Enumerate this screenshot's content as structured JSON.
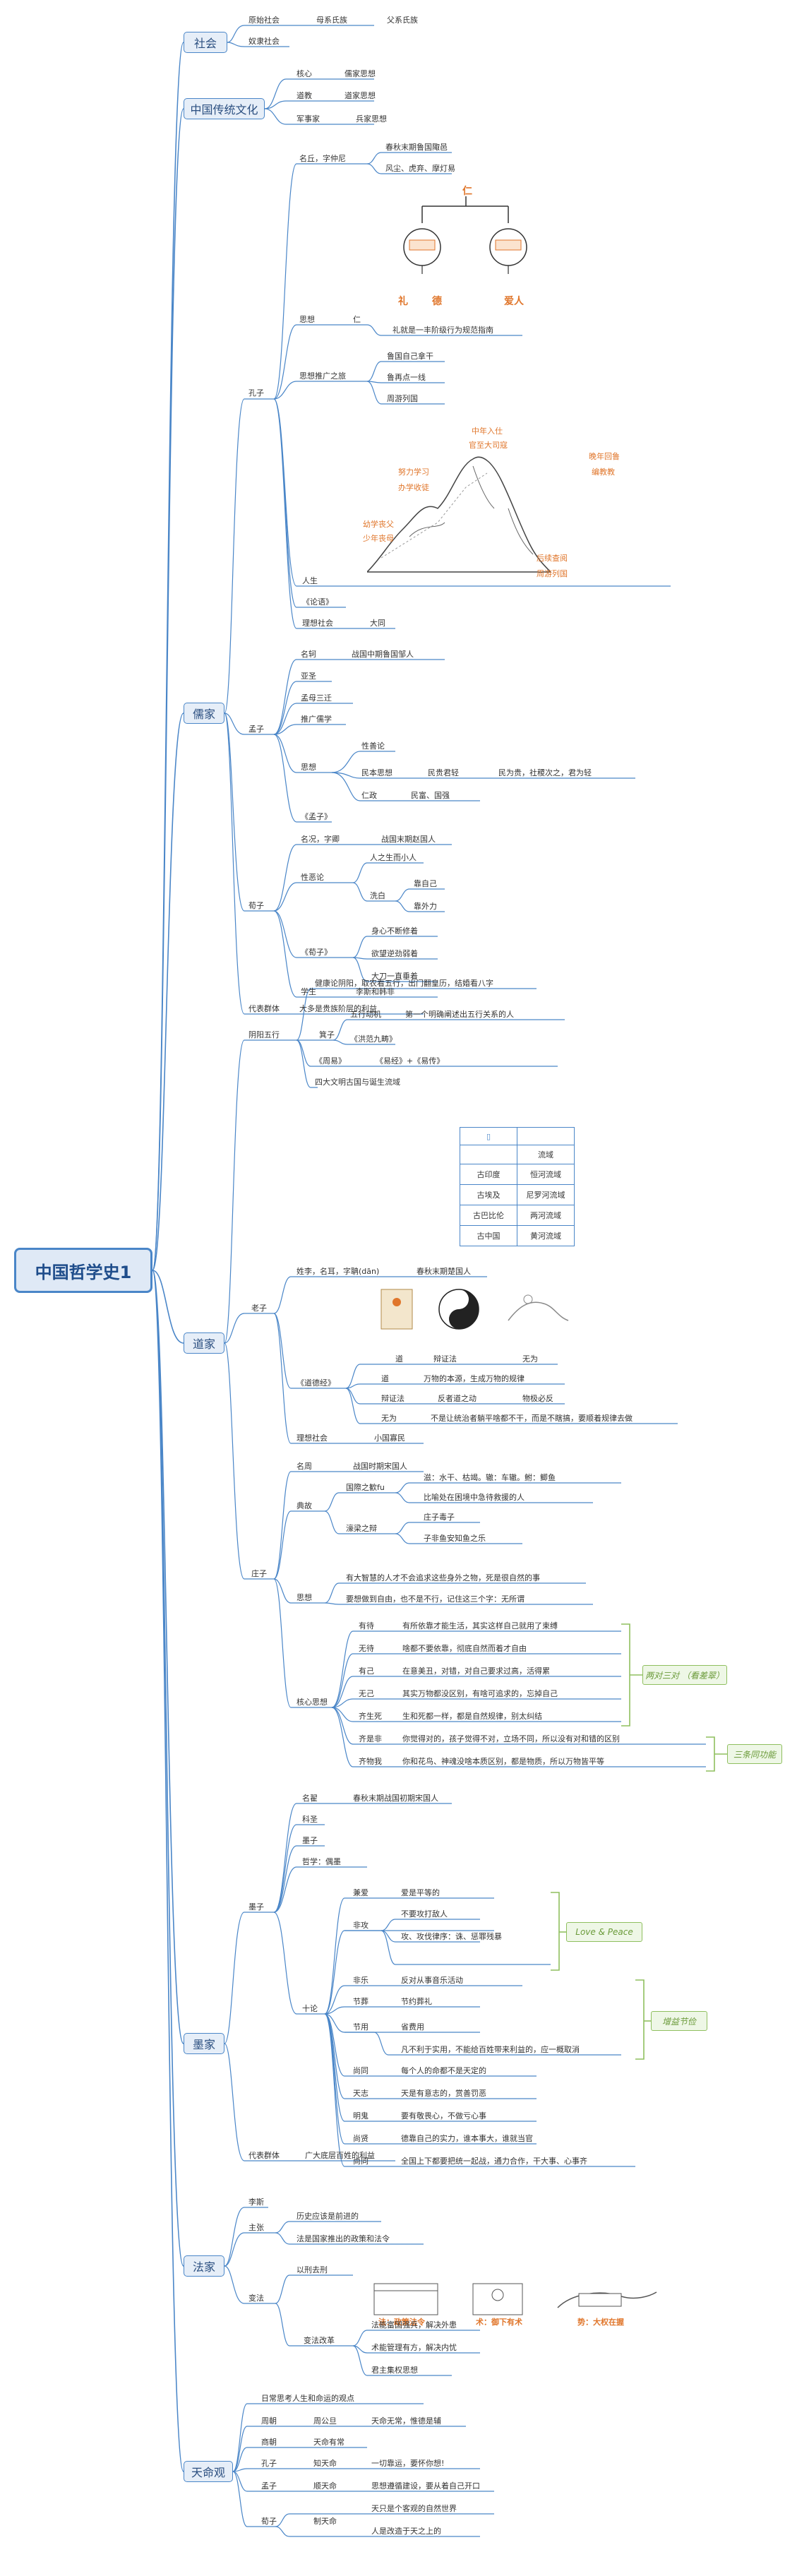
{
  "root": {
    "title": "中国哲学史1"
  },
  "branches": {
    "society": "社会",
    "traditional": "中国传统文化",
    "confucian": "儒家",
    "daoist": "道家",
    "mohist": "墨家",
    "legalist": "法家",
    "heaven": "天命观"
  },
  "society": {
    "primitive": "原始社会",
    "matriarchal": "母系氏族",
    "patriarchal": "父系氏族",
    "slave": "奴隶社会"
  },
  "traditional": {
    "core": "核心",
    "core_v": "儒家思想",
    "religion": "道教",
    "religion_v": "道家思想",
    "military": "军事家",
    "military_v": "兵家思想"
  },
  "confucius": {
    "label": "孔子",
    "name": "名丘，字仲尼",
    "name_a": "春秋末期鲁国陬邑",
    "name_b": "风尘、虎弃、摩灯易",
    "thought": "思想",
    "ren": "仁",
    "ren_top": "仁",
    "li": "礼",
    "de": "德",
    "airen": "爱人",
    "li_desc": "礼就是一丰阶级行为规范指南",
    "travel": "思想推广之旅",
    "travel_a": "鲁国自己拿干",
    "travel_b": "鲁再点一线",
    "travel_c": "周游列国",
    "life": "人生",
    "life_1": "中年入仕",
    "life_2": "官至大司寇",
    "life_3": "努力学习",
    "life_4": "办学收徒",
    "life_5": "晚年回鲁",
    "life_6": "编教教",
    "life_7": "幼学丧父",
    "life_8": "少年丧母",
    "life_9": "后续查阅",
    "life_10": "周游列国",
    "lunyu": "《论语》",
    "ideal": "理想社会",
    "ideal_v": "大同"
  },
  "mencius": {
    "label": "孟子",
    "name": "名轲",
    "name_v": "战国中期鲁国邹人",
    "title": "亚圣",
    "mother": "孟母三迁",
    "promote": "推广儒学",
    "thought": "思想",
    "good": "性善论",
    "minben": "民本思想",
    "minben_v": "民贵君轻",
    "minben_v2": "民为贵，社稷次之，君为轻",
    "renzheng": "仁政",
    "renzheng_v": "民富、国强",
    "book": "《孟子》"
  },
  "xunzi": {
    "label": "荀子",
    "name": "名况，字卿",
    "name_v": "战国末期赵国人",
    "evil": "性恶论",
    "evil_a": "人之生而小人",
    "xuebai": "洗白",
    "xuebai_a": "靠自己",
    "xuebai_b": "靠外力",
    "book": "《荀子》",
    "book_a": "身心不断修着",
    "book_b": "欲望逆劲弱着",
    "book_c": "大刀一直垂着",
    "students": "学生",
    "students_v": "李斯和韩非"
  },
  "confucian_rep": {
    "label": "代表群体",
    "value": "大多是贵族阶层的利益"
  },
  "yinyang": {
    "label": "阴阳五行",
    "zhouyi_top": "健康论阴阳，取农看五行，出门翻皇历，结婚看八字",
    "ji": "箕子",
    "ji_a": "五行动机",
    "ji_b": "第一个明确阐述出五行关系的人",
    "hongfan": "《洪范九畴》",
    "zhouyi": "《周易》",
    "yijing": "《易经》+《易传》",
    "rivers": "四大文明古国与诞生流域",
    "tbl_head": "流域",
    "tbl": [
      [
        "古印度",
        "恒河流域"
      ],
      [
        "古埃及",
        "尼罗河流域"
      ],
      [
        "古巴比伦",
        "两河流域"
      ],
      [
        "古中国",
        "黄河流域"
      ]
    ]
  },
  "laozi": {
    "label": "老子",
    "name": "姓李，名耳，字聃(dān)",
    "name_v": "春秋末期楚国人",
    "dao": "《道德经》",
    "col_dao": "道",
    "col_bian": "辩证法",
    "col_wuwei": "无为",
    "dao_a": "道",
    "dao_a_v": "万物的本源，生成万物的规律",
    "bian_a": "辩证法",
    "bian_a_v": "反者道之动",
    "bian_a_v2": "物极必反",
    "wuwei_a": "无为",
    "wuwei_a_v": "不是让统治者躺平啥都不干，而是不瞎搞，要顺着规律去做",
    "ideal": "理想社会",
    "ideal_v": "小国寡民"
  },
  "zhuangzi": {
    "label": "庄子",
    "name": "名周",
    "name_v": "战国时期宋国人",
    "story": "典故",
    "story_a": "国際之歓fu",
    "story_a_v": "滋：水干、枯竭。辙：车辙。鲋：鲫鱼",
    "story_a_v2": "比喻处在困境中急待救援的人",
    "story_b": "濠梁之辩",
    "story_b_v": "庄子毒子",
    "story_b_v2": "子非鱼安知鱼之乐",
    "thought": "思想",
    "thought_a": "有大智慧的人才不会追求这些身外之物，死是很自然的事",
    "thought_b": "要想做到自由，也不是不行，记住这三个字：无所谓",
    "core": "核心思想",
    "core_items": [
      [
        "有待",
        "有所依靠才能生活，其实这样自己就用了束缚"
      ],
      [
        "无待",
        "啥都不要依靠，彻底自然而着才自由"
      ],
      [
        "有己",
        "在意美丑，对错，对自己要求过高，活得累"
      ],
      [
        "无己",
        "其实万物都没区别，有啥可追求的，忘掉自己"
      ],
      [
        "齐生死",
        "生和死都一样，都是自然规律，别太纠结"
      ],
      [
        "齐是非",
        "你觉得对的，孩子觉得不对，立场不同，所以没有对和错的区别"
      ],
      [
        "齐物我",
        "你和花鸟、神魂没啥本质区别，都是物质，所以万物皆平等"
      ]
    ],
    "tag_a": "两对三对  （看差翠）",
    "tag_b": "三条同功能"
  },
  "mozi": {
    "label": "墨子",
    "name": "名翟",
    "name_v": "春秋末期战国初期宋国人",
    "title": "科圣",
    "book": "墨子",
    "philo": "哲学：偶墨",
    "ten": "十论",
    "items": [
      [
        "兼爱",
        "爱是平等的"
      ],
      [
        "非攻",
        "不要攻打敌人"
      ],
      [
        "",
        "攻、攻伐律序：诛、惩罪残暴"
      ],
      [
        "非乐",
        "反对从事音乐活动"
      ],
      [
        "节葬",
        "节约葬礼"
      ],
      [
        "节用",
        "省费用"
      ],
      [
        "",
        "凡不利于实用，不能给百姓带来利益的，应一概取消"
      ],
      [
        "尚同",
        "每个人的命都不是天定的"
      ],
      [
        "天志",
        "天是有意志的，赏善罚恶"
      ],
      [
        "明鬼",
        "要有敬畏心，不做亏心事"
      ],
      [
        "尚贤",
        "德靠自己的实力，谁本事大，谁就当官"
      ],
      [
        "尚同",
        "全国上下都要把统一起战，通力合作，干大事、心事齐"
      ]
    ],
    "tag_love": "Love & Peace",
    "tag_save": "增益节俭",
    "rep": "代表群体",
    "rep_v": "广大底层百姓的利益"
  },
  "legalist": {
    "lisi": "李斯",
    "main": "主张",
    "main_a": "历史应该是前进的",
    "main_b": "法是国家推出的政策和法令",
    "reform": "变法",
    "reform_a": "以刑去刑",
    "fa": "法：政策法令",
    "shu": "术：御下有术",
    "shi": "势：大权在握",
    "reform2": "变法改革",
    "r_a": "法能富国强兵，解决外患",
    "r_b": "术能管理有方，解决内忧",
    "r_c": "君主集权思想"
  },
  "heaven": {
    "top": "日常思考人生和命运的观点",
    "zhou": "周朝",
    "zhou_v": "周公旦",
    "zhou_v2": "天命无常，惟德是辅",
    "shang": "商朝",
    "shang_v": "天命有常",
    "kong": "孔子",
    "kong_v": "知天命",
    "kong_v2": "一切靠运，要怀你想!",
    "meng": "孟子",
    "meng_v": "顺天命",
    "meng_v2": "思想遵循建设，要从着自己开口",
    "xun": "荀子",
    "xun_v": "制天命",
    "xun_v2": "天只是个客观的自然世界",
    "xun_v3": "人是改造于天之上的"
  },
  "colors": {
    "line": "#4a86c8",
    "accent": "#e0762b",
    "green": "#8fbf5f"
  }
}
